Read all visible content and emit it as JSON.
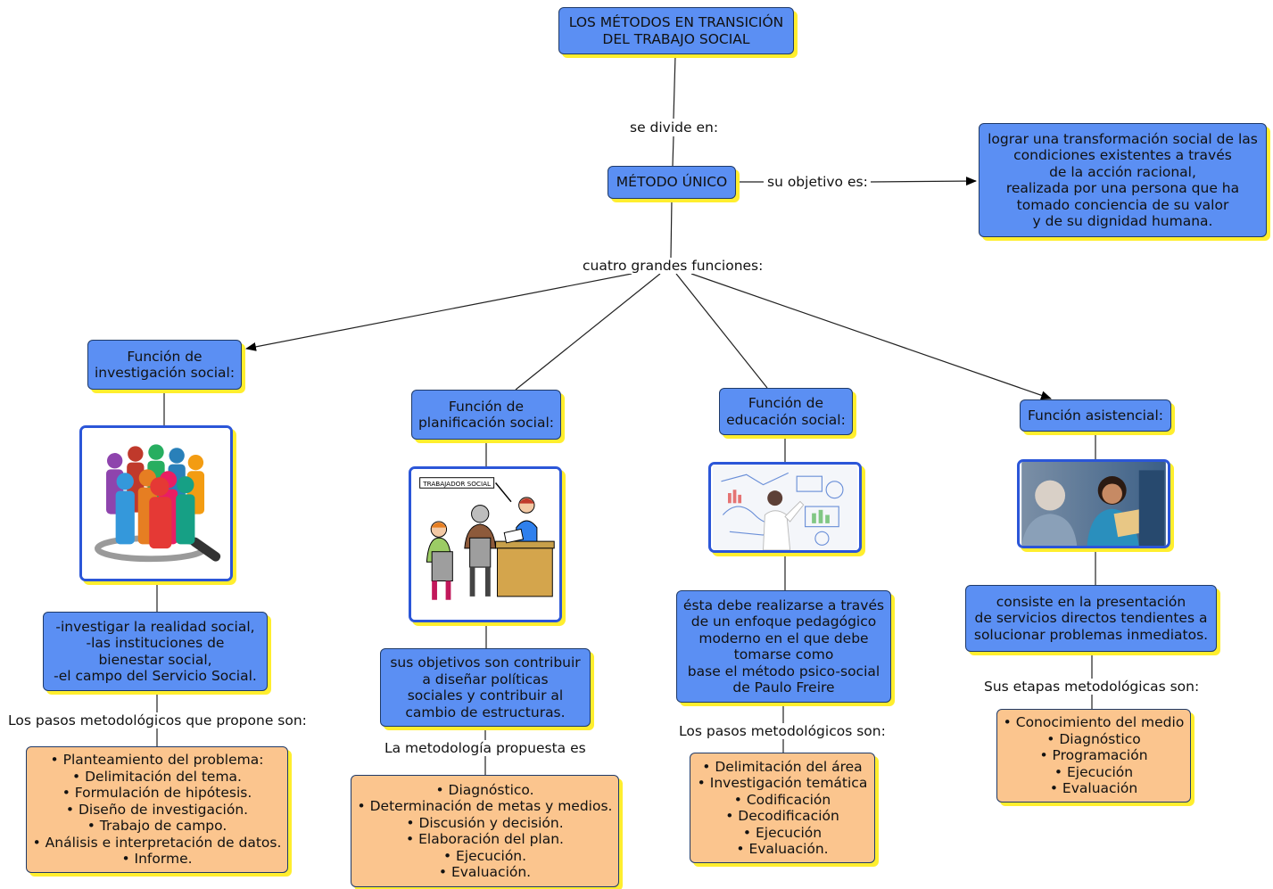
{
  "nodes": {
    "root": "LOS MÉTODOS EN TRANSICIÓN\nDEL TRABAJO SOCIAL",
    "metodo": "MÉTODO ÚNICO",
    "objetivo": "lograr una transformación social de las\ncondiciones existentes a través\nde la acción racional,\nrealizada por una persona que ha\ntomado conciencia de su valor\ny de su dignidad humana.",
    "investigacion": "Función de\ninvestigación social:",
    "planificacion": "Función de\nplanificación social:",
    "educacion": "Función de\neducación social:",
    "asistencial": "Función asistencial:",
    "inv_desc": "-investigar la realidad social,\n-las instituciones de\nbienestar social,\n-el campo del Servicio Social.",
    "plan_desc": "sus objetivos son contribuir\na diseñar políticas\nsociales y contribuir al\ncambio de estructuras.",
    "edu_desc": "ésta debe realizarse a través\nde un enfoque pedagógico\nmoderno en el que debe\ntomarse como\nbase el método psico-social\nde Paulo Freire",
    "asis_desc": "consiste en la presentación\nde servicios directos tendientes a\nsolucionar problemas inmediatos."
  },
  "labels": {
    "divide": "se divide en:",
    "objetivo": "su objetivo es:",
    "funciones": "cuatro grandes funciones:",
    "inv_pasos": "Los pasos metodológicos que propone son:",
    "plan_metodologia": "La metodología propuesta es",
    "edu_pasos": "Los pasos metodológicos son:",
    "asis_etapas": "Sus etapas metodológicas son:"
  },
  "images": {
    "planificacion_caption": "TRABAJADOR SOCIAL"
  },
  "lists": {
    "investigacion": [
      "Planteamiento del problema:",
      "Delimitación del tema.",
      "Formulación de hipótesis.",
      "Diseño de investigación.",
      "Trabajo de campo.",
      "Análisis e interpretación de datos.",
      "Informe."
    ],
    "planificacion": [
      "Diagnóstico.",
      "Determinación de metas y medios.",
      "Discusión y decisión.",
      "Elaboración del plan.",
      "Ejecución.",
      "Evaluación."
    ],
    "educacion": [
      "Delimitación del área",
      "Investigación temática",
      "Codificación",
      "Decodificación",
      "Ejecución",
      "Evaluación."
    ],
    "asistencial": [
      "Conocimiento del medio",
      "Diagnóstico",
      "Programación",
      "Ejecución",
      "Evaluación"
    ]
  },
  "colors": {
    "concept_blue": "#5b8ff3",
    "list_orange": "#fbc58e",
    "shadow_yellow": "#ffee2e",
    "image_border": "#2b56d8"
  }
}
